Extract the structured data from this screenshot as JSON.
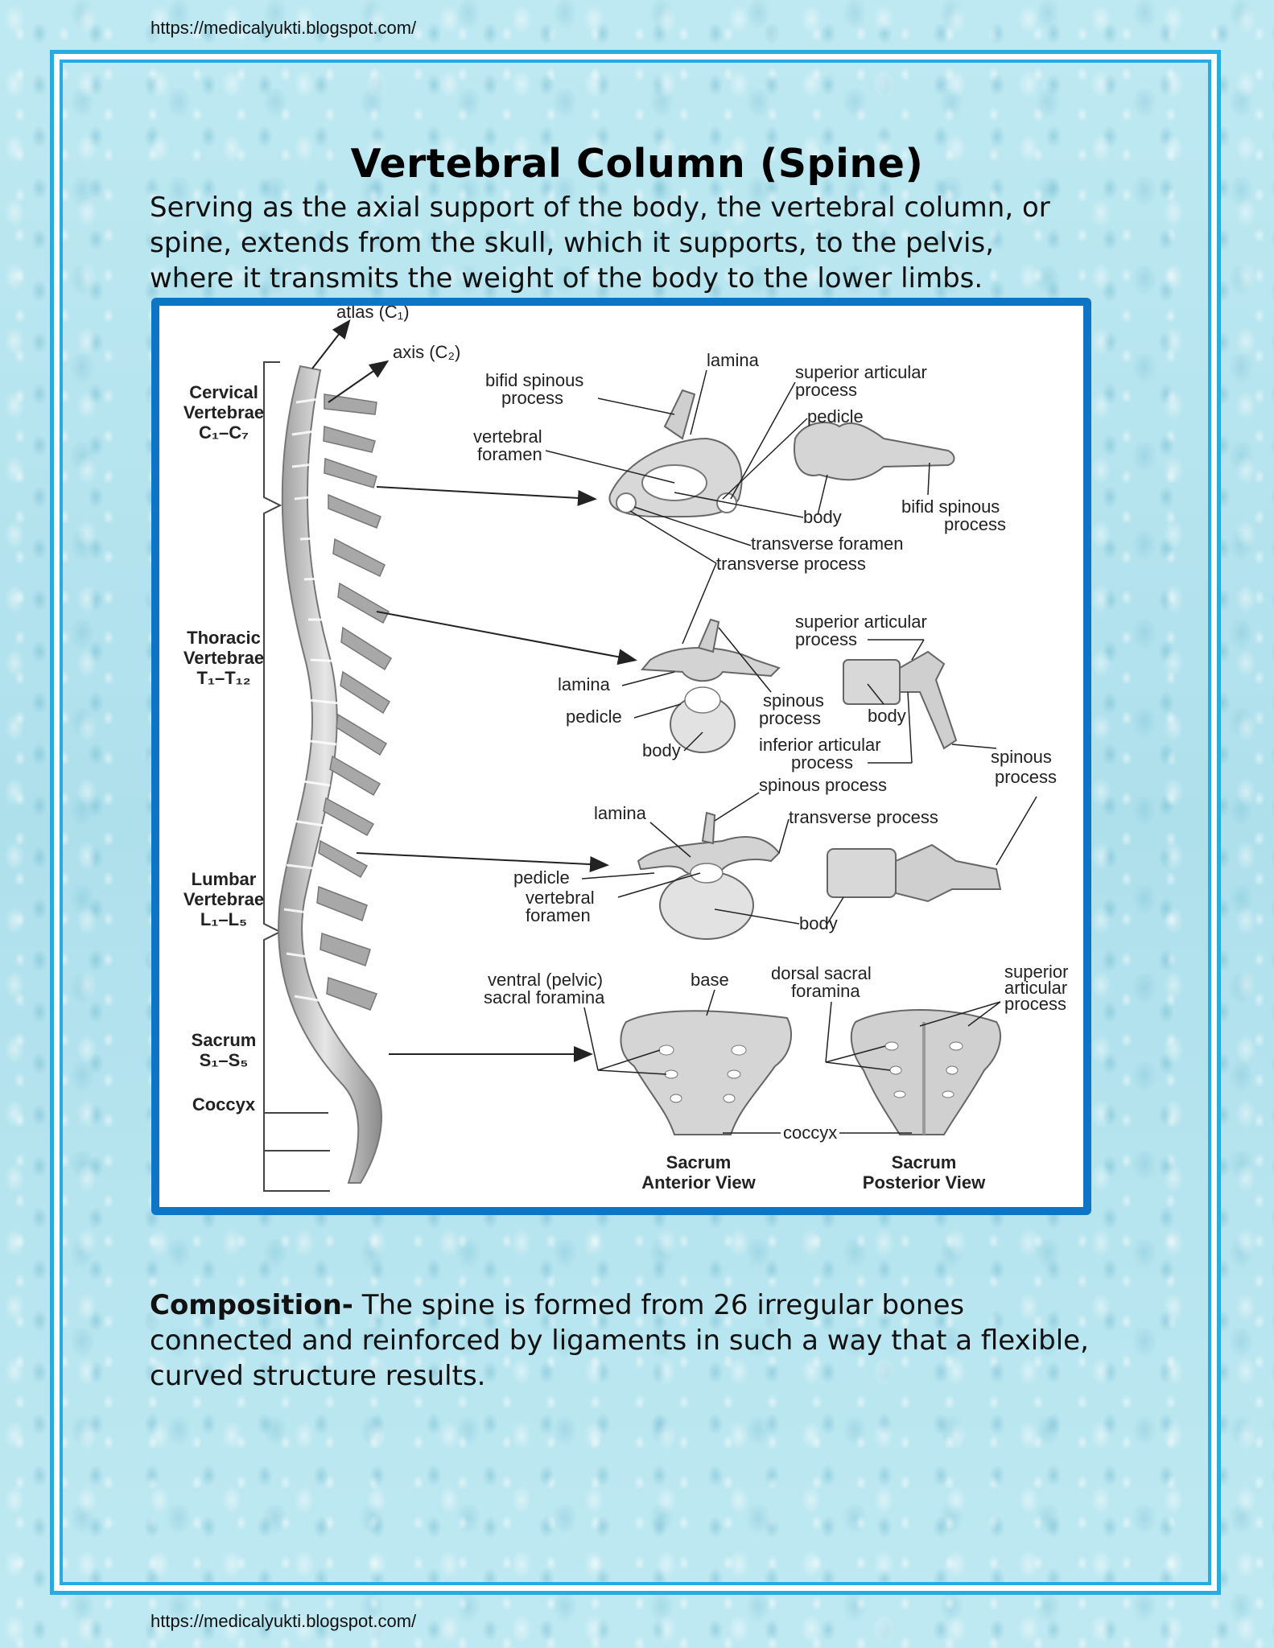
{
  "header": {
    "url": "https://medicalyukti.blogspot.com/"
  },
  "footer": {
    "url": "https://medicalyukti.blogspot.com/"
  },
  "title": "Vertebral Column (Spine)",
  "intro": {
    "lines": [
      "Serving as the axial support of the body, the vertebral column, or",
      "spine, extends from the skull, which it supports, to the pelvis,",
      "where it transmits the weight of the body to the lower limbs."
    ]
  },
  "figure": {
    "regions": {
      "cervical": [
        "Cervical",
        "Vertebrae",
        "C₁–C₇"
      ],
      "thoracic": [
        "Thoracic",
        "Vertebrae",
        "T₁–T₁₂"
      ],
      "lumbar": [
        "Lumbar",
        "Vertebrae",
        "L₁–L₅"
      ],
      "sacrum": [
        "Sacrum",
        "S₁–S₅"
      ],
      "coccyx": [
        "Coccyx"
      ]
    },
    "top_labels": {
      "atlas": "atlas (C₁)",
      "axis": "axis (C₂)"
    },
    "cervical_labels": {
      "lamina": "lamina",
      "bifid_spinous_1": "bifid spinous",
      "bifid_spinous_2": "process",
      "superior_articular_1": "superior articular",
      "superior_articular_2": "process",
      "pedicle": "pedicle",
      "vertebral_foramen_1": "vertebral",
      "vertebral_foramen_2": "foramen",
      "body": "body",
      "bifid_side_1": "bifid spinous",
      "bifid_side_2": "process",
      "transverse_foramen": "transverse foramen",
      "transverse_process": "transverse process"
    },
    "thoracic_labels": {
      "superior_articular_1": "superior articular",
      "superior_articular_2": "process",
      "lamina": "lamina",
      "pedicle": "pedicle",
      "body": "body",
      "spinous_1": "spinous",
      "spinous_2": "process",
      "body_side": "body",
      "inferior_articular_1": "inferior articular",
      "inferior_articular_2": "process",
      "spinous_side_1": "spinous",
      "spinous_side_2": "process"
    },
    "lumbar_labels": {
      "spinous_process": "spinous process",
      "lamina": "lamina",
      "transverse_process": "transverse process",
      "pedicle": "pedicle",
      "vertebral_foramen_1": "vertebral",
      "vertebral_foramen_2": "foramen",
      "body": "body"
    },
    "sacral_labels": {
      "ventral_1": "ventral (pelvic)",
      "ventral_2": "sacral foramina",
      "base": "base",
      "dorsal_1": "dorsal sacral",
      "dorsal_2": "foramina",
      "superior_1": "superior",
      "superior_2": "articular",
      "superior_3": "process",
      "coccyx": "coccyx",
      "anterior_caption_1": "Sacrum",
      "anterior_caption_2": "Anterior View",
      "posterior_caption_1": "Sacrum",
      "posterior_caption_2": "Posterior View"
    }
  },
  "composition": {
    "lead": "Composition-",
    "text": " The spine is formed from 26 irregular bones connected and reinforced by ligaments in such a way that a flexible, curved structure results."
  },
  "colors": {
    "frame_border": "#29abe2",
    "figure_border": "#0e74c6",
    "background": "#b7e6f0"
  }
}
